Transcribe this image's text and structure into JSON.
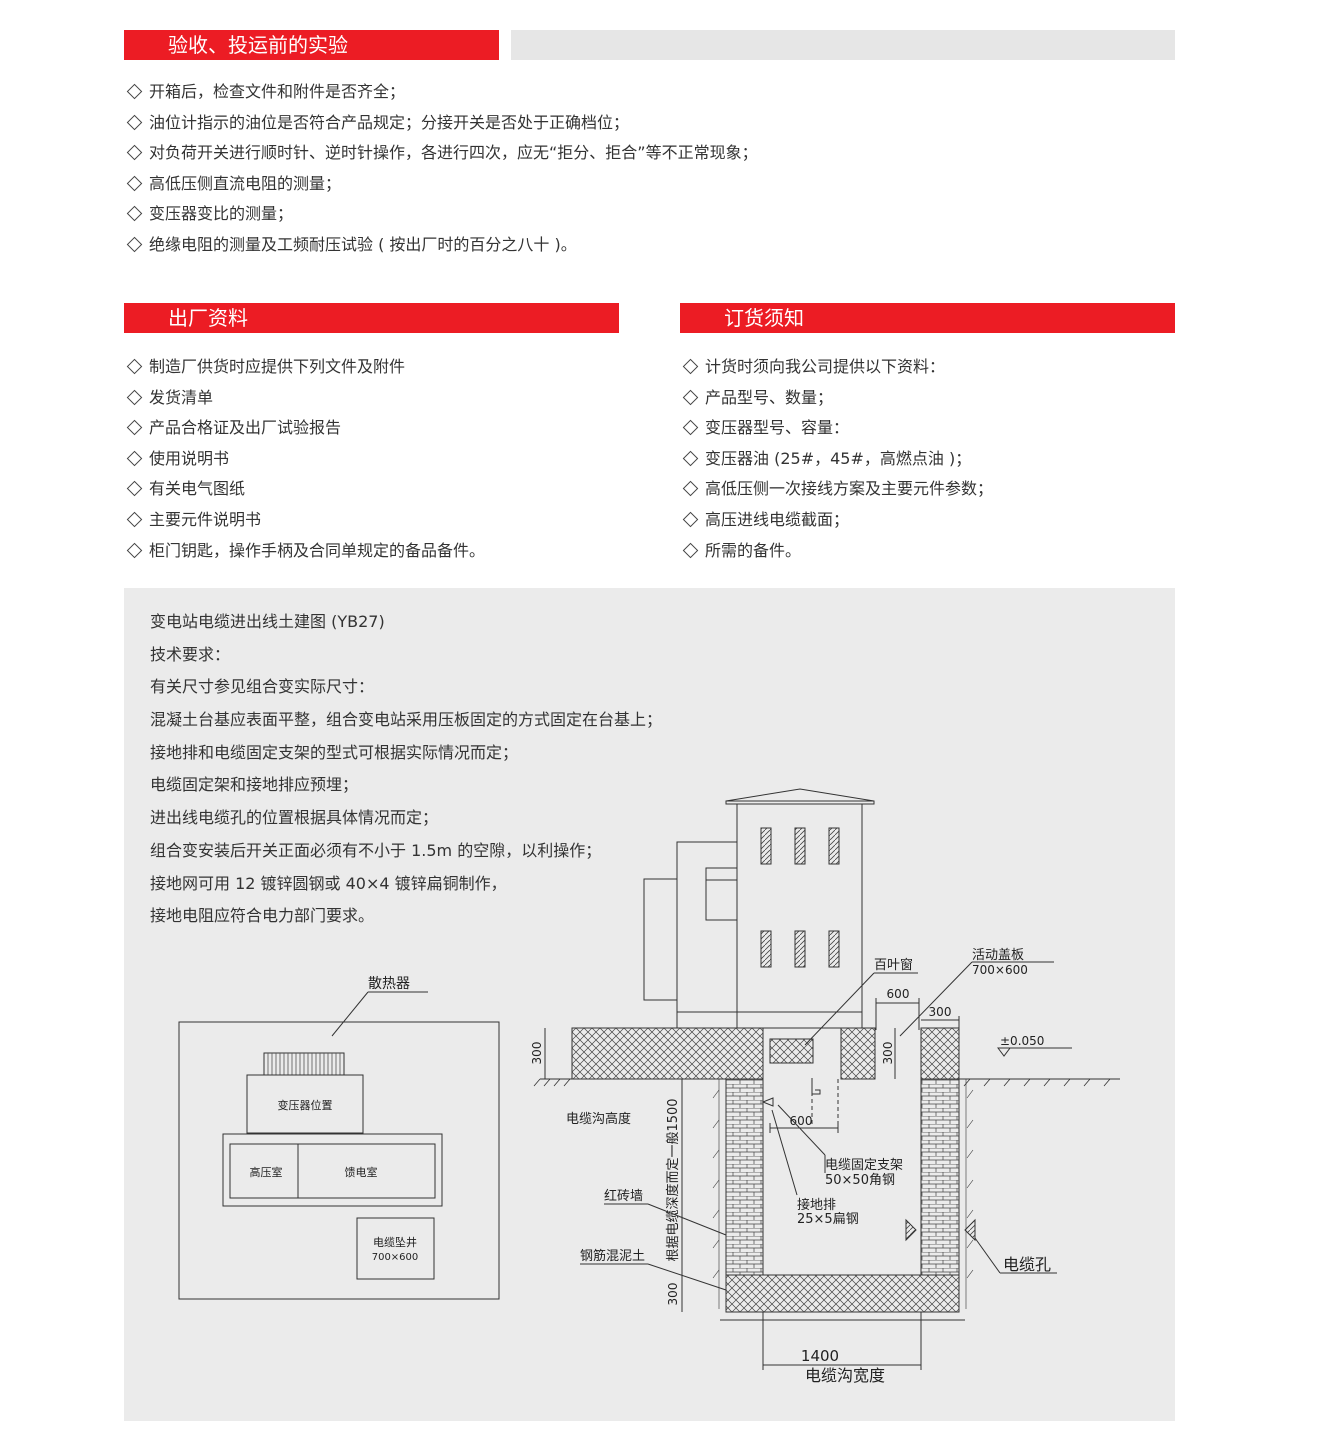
{
  "acceptance": {
    "title": "验收、投运前的实验",
    "items": [
      "开箱后，检查文件和附件是否齐全；",
      "油位计指示的油位是否符合产品规定；分接开关是否处于正确档位；",
      "对负荷开关进行顺时针、逆时针操作，各进行四次，应无“拒分、拒合”等不正常现象；",
      "高低压侧直流电阻的测量；",
      "变压器变比的测量；",
      "绝缘电阻的测量及工频耐压试验 ( 按出厂时的百分之八十 )。"
    ]
  },
  "factory": {
    "title": "出厂资料",
    "items": [
      "制造厂供货时应提供下列文件及附件",
      "发货清单",
      "产品合格证及出厂试验报告",
      "使用说明书",
      "有关电气图纸",
      "主要元件说明书",
      "柜门钥匙，操作手柄及合同单规定的备品备件。"
    ]
  },
  "order": {
    "title": "订货须知",
    "items": [
      "计货时须向我公司提供以下资料：",
      "产品型号、数量；",
      "变压器型号、容量：",
      "变压器油 (25#，45#，高燃点油 )；",
      "高低压侧一次接线方案及主要元件参数；",
      "高压进线电缆截面；",
      "所需的备件。"
    ]
  },
  "drawing": {
    "requirements": [
      "变电站电缆进出线土建图 (YB27)",
      "技术要求：",
      "有关尺寸参见组合变实际尺寸：",
      "混凝土台基应表面平整，组合变电站采用压板固定的方式固定在台基上；",
      "接地排和电缆固定支架的型式可根据实际情况而定；",
      "电缆固定架和接地排应预埋；",
      "进出线电缆孔的位置根据具体情况而定；",
      "组合变安装后开关正面必须有不小于 1.5m 的空隙，以利操作；",
      "接地网可用 12 镀锌圆钢或 40×4 镀锌扁铜制作，",
      "接地电阻应符合电力部门要求。"
    ],
    "plan": {
      "radiator": "散热器",
      "transformer": "变压器位置",
      "hv_room": "高压室",
      "feeder_room": "馈电室",
      "cable_well": "电缆坠井",
      "cable_well_size": "700×600"
    },
    "section": {
      "louver": "百叶窗",
      "cover": "活动盖板",
      "cover_size": "700×600",
      "dim_600_top": "600",
      "dim_300_top": "300",
      "dim_300_left": "300",
      "dim_300_right": "300",
      "level": "±0.050",
      "trench_height": "电缆沟高度",
      "depth_note": "根据电缆深度而定一般1500",
      "dim_600_mid": "600",
      "bracket": "电缆固定支架",
      "bracket_spec": "50×50角钢",
      "ground_bar": "接地排",
      "ground_bar_spec": "25×5扁钢",
      "brick_wall": "红砖墙",
      "concrete": "钢筋混泥土",
      "dim_300_bottom": "300",
      "cable_hole": "电缆孔",
      "width_value": "1400",
      "trench_width": "电缆沟宽度"
    }
  }
}
